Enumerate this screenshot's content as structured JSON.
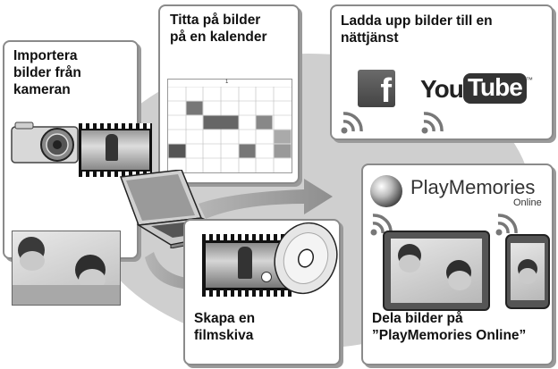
{
  "import": {
    "title": "Importera\nbilder från\nkameran"
  },
  "calendar": {
    "title": "Titta på bilder\npå en kalender",
    "month_label": "1"
  },
  "upload": {
    "title": "Ladda upp bilder till en\nnättjänst",
    "facebook_logo": "f",
    "youtube_you": "You",
    "youtube_tube": "Tube",
    "youtube_tm": "™"
  },
  "disc": {
    "title": "Skapa en\nfilmskiva"
  },
  "playmemories": {
    "title": "Dela bilder på\n”PlayMemories Online”",
    "logo_name": "PlayMemories",
    "logo_sub": "Online"
  },
  "colors": {
    "background_ellipse": "#cfcfcf",
    "card_border": "#8a8a8a",
    "arrow": "#9a9a9a"
  },
  "icons": [
    "camera-icon",
    "film-strip-icon",
    "laptop-icon",
    "dvd-disc-icon",
    "wireless-icon",
    "facebook-logo",
    "youtube-logo",
    "playmemories-logo",
    "tablet-icon",
    "smartphone-icon"
  ]
}
